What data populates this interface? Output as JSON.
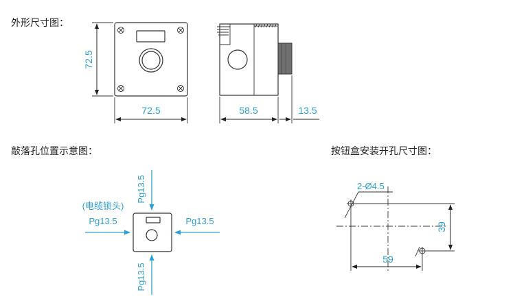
{
  "sections": {
    "outline_title": "外形尺寸图：",
    "knockout_title": "敲落孔位置示意图：",
    "mounting_title": "按钮盒安装开孔尺寸图："
  },
  "outline": {
    "front_height": "72.5",
    "front_width": "72.5",
    "side_depth": "58.5",
    "button_protrusion": "13.5"
  },
  "knockout": {
    "top_label": "Pg13.5",
    "left_label": "Pg13.5",
    "right_label": "Pg13.5",
    "bottom_label": "Pg13.5",
    "cable_note": "(电缆锁头)"
  },
  "mounting": {
    "hole_label": "2-Ø4.5",
    "horizontal_spacing": "59",
    "vertical_spacing": "39"
  },
  "colors": {
    "dimension_text": "#2d9fd0",
    "arrow": "#2d9fd0",
    "outline": "#333333"
  }
}
